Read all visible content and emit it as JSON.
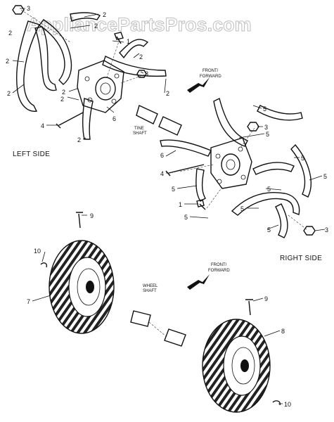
{
  "watermark": "AppliancePartsPros.com",
  "side_labels": {
    "left": "LEFT SIDE",
    "right": "RIGHT SIDE"
  },
  "direction_labels": {
    "top": [
      "FRONT/",
      "FORWARD"
    ],
    "bottom": [
      "FRONT/",
      "FORWARD"
    ]
  },
  "shaft_labels": {
    "tine": [
      "TINE",
      "SHAFT"
    ],
    "wheel": [
      "WHEEL",
      "SHAFT"
    ]
  },
  "callouts": {
    "c3a": "3",
    "c2a": "2",
    "c2b": "2",
    "c2c": "2",
    "c1a": "1",
    "c2d": "2",
    "c2e": "2",
    "c3b": "3",
    "c2f": "2",
    "c2g": "2",
    "c2h": "2",
    "c6a": "6",
    "c4a": "4",
    "c2i": "2",
    "c5a": "5",
    "c3c": "3",
    "c5b": "5",
    "c6b": "6",
    "c5c": "5",
    "c4b": "4",
    "c5d": "5",
    "c5e": "5",
    "c5f": "5",
    "c1b": "1",
    "c5g": "5",
    "c3d": "3",
    "c9a": "9",
    "c10a": "10",
    "c7": "7",
    "c9b": "9",
    "c8": "8",
    "c10b": "10"
  },
  "colors": {
    "ink": "#111111",
    "watermark": "#bdbdbd",
    "background": "#ffffff"
  }
}
